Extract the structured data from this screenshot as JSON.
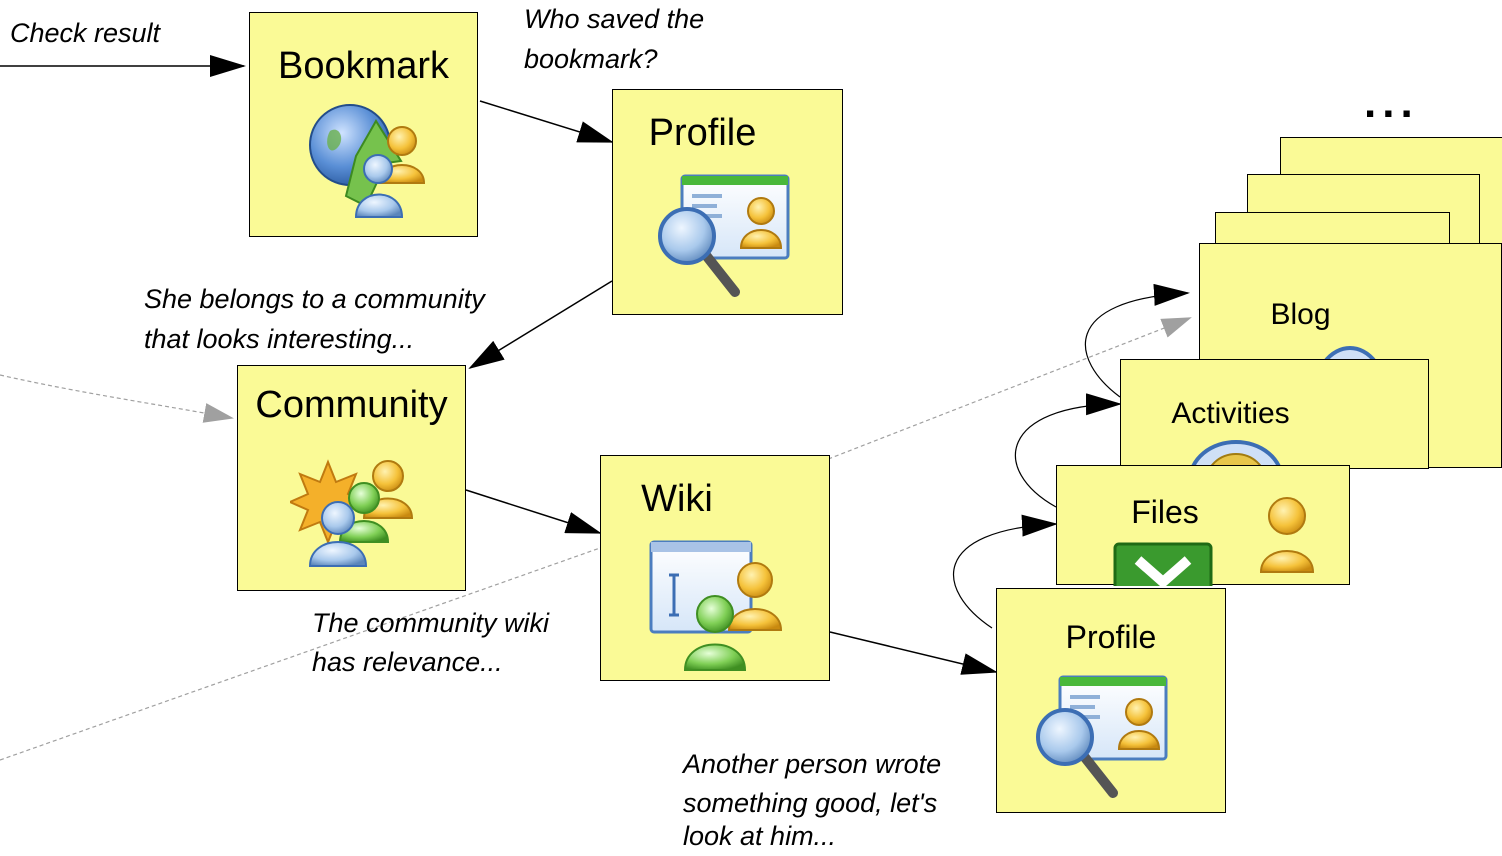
{
  "annotations": {
    "check_result": "Check result",
    "who_saved_1": "Who saved the",
    "who_saved_2": "bookmark?",
    "she_belongs_1": "She belongs to a  community",
    "she_belongs_2": "that looks interesting...",
    "wiki_rel_1": "The community wiki",
    "wiki_rel_2": "has relevance...",
    "another_1": "Another person wrote",
    "another_2": "something good, let's",
    "another_3": "look at him..."
  },
  "boxes": {
    "bookmark": "Bookmark",
    "profile": "Profile",
    "community": "Community",
    "wiki": "Wiki",
    "blog": "Blog",
    "activities": "Activities",
    "files": "Files",
    "profile2": "Profile"
  },
  "ellipsis": "...",
  "colors": {
    "box_fill": "#fafa96",
    "dashed_arrow": "#a0a0a0",
    "arrow": "#000000"
  },
  "icons": [
    "bookmark-globe-icon",
    "profile-magnifier-icon",
    "community-people-icon",
    "wiki-people-icon",
    "activities-icon",
    "files-icon",
    "blog-icon"
  ]
}
